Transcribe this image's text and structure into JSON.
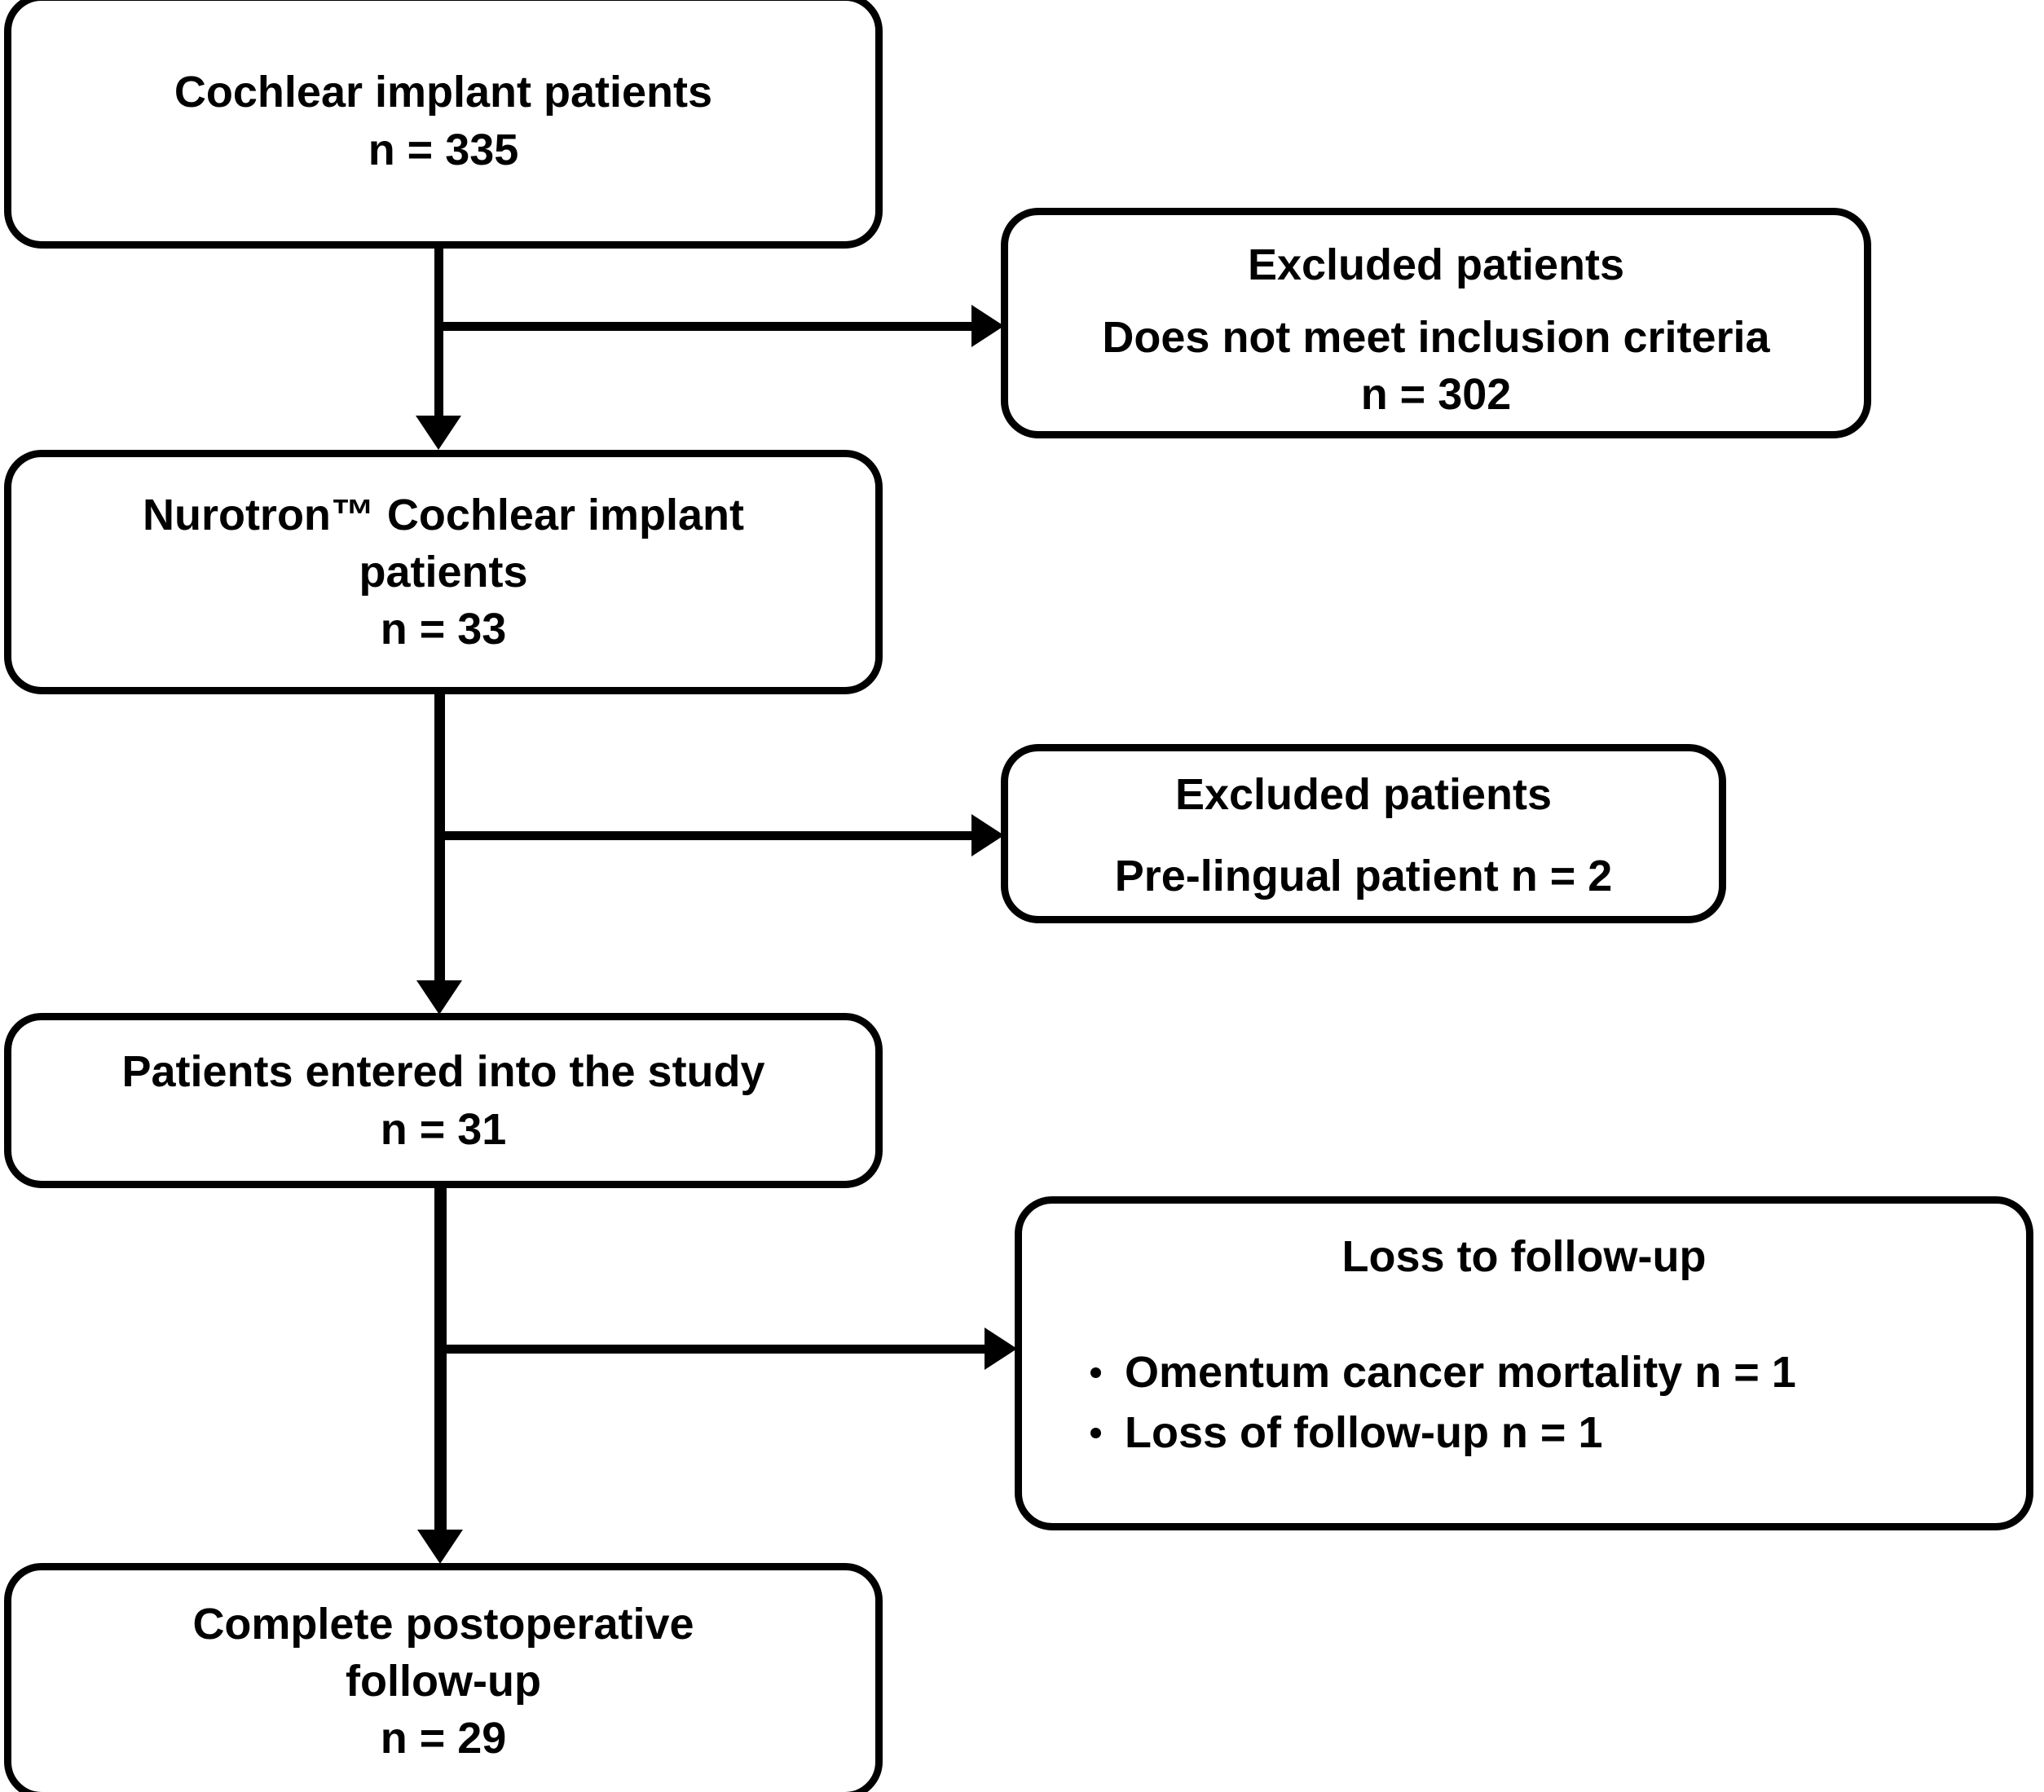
{
  "figure": {
    "type": "flowchart",
    "orientation": "vertical-with-right-branches",
    "style": {
      "node_fill": "#ffffff",
      "node_border": "#000000",
      "connector_color": "#000000",
      "background": "#ffffff"
    }
  },
  "nodes": {
    "enrolled": {
      "title": "Cochlear implant patients",
      "count_label": "n = 335",
      "n": 335
    },
    "excluded_inclusion": {
      "title": "Excluded patients",
      "reason": "Does not meet inclusion criteria",
      "count_label": "n = 302",
      "n": 302
    },
    "nurotron": {
      "title_line1": "Nurotron™ Cochlear implant",
      "title_line2": "patients",
      "count_label": "n = 33",
      "n": 33
    },
    "excluded_prelingual": {
      "title": "Excluded patients",
      "reason": "Pre-lingual patient n = 2",
      "n": 2
    },
    "entered_study": {
      "title": "Patients entered into the study",
      "count_label": "n = 31",
      "n": 31
    },
    "loss_followup": {
      "title": "Loss to follow-up",
      "items": [
        "Omentum cancer mortality n = 1",
        "Loss of follow-up n = 1"
      ]
    },
    "complete_followup": {
      "title_line1": "Complete postoperative",
      "title_line2": "follow-up",
      "count_label": "n = 29",
      "n": 29
    }
  },
  "edges": [
    {
      "from": "enrolled",
      "to": "nurotron",
      "kind": "down-arrow"
    },
    {
      "from": "enrolled",
      "to": "excluded_inclusion",
      "kind": "right-arrow"
    },
    {
      "from": "nurotron",
      "to": "entered_study",
      "kind": "down-arrow"
    },
    {
      "from": "nurotron",
      "to": "excluded_prelingual",
      "kind": "right-arrow"
    },
    {
      "from": "entered_study",
      "to": "complete_followup",
      "kind": "down-arrow"
    },
    {
      "from": "entered_study",
      "to": "loss_followup",
      "kind": "right-arrow"
    }
  ]
}
